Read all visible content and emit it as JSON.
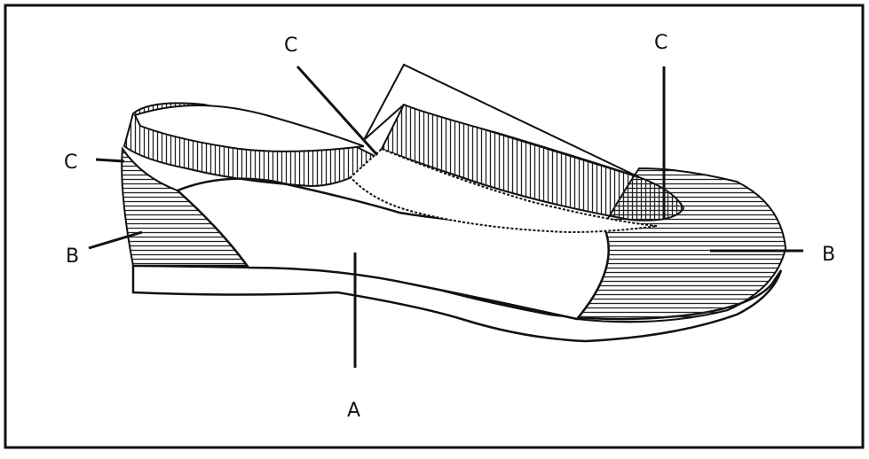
{
  "labels": {
    "c_top_left": "C",
    "c_top_right": "C",
    "c_left": "C",
    "b_left": "B",
    "b_right": "B",
    "a_bottom": "A"
  }
}
